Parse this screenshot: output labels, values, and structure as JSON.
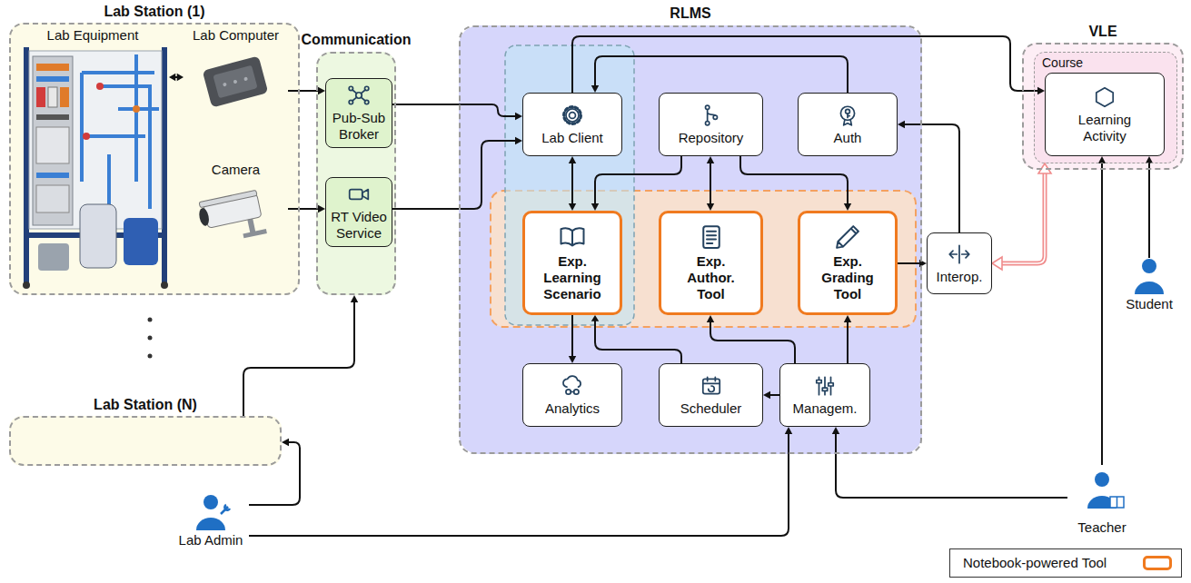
{
  "diagram": {
    "nodes": [
      {
        "text": [
          "Lab Station (1)"
        ]
      },
      {
        "text": [
          "Lab Equipment"
        ],
        "in": 0
      },
      {
        "text": [
          "Lab Computer"
        ],
        "in": 0
      },
      {
        "text": [
          "Camera"
        ],
        "in": 0
      },
      {
        "text": [
          "Communication"
        ]
      },
      {
        "text": [
          "Pub-Sub Broker"
        ],
        "in": 4
      },
      {
        "text": [
          "RT Video Service"
        ],
        "in": 4
      },
      {
        "text": [
          "RLMS"
        ]
      },
      {
        "text": [
          "Lab Client"
        ],
        "in": 7
      },
      {
        "text": [
          "Repository"
        ],
        "in": 7
      },
      {
        "text": [
          "Auth"
        ],
        "in": 7
      },
      {
        "text": [
          "Exp. Learning Scenario"
        ],
        "in": 7
      },
      {
        "text": [
          "Exp. Author. Tool"
        ],
        "in": 7
      },
      {
        "text": [
          "Exp. Grading Tool"
        ],
        "in": 7
      },
      {
        "text": [
          "Interop."
        ],
        "in": 7
      },
      {
        "text": [
          "Analytics"
        ],
        "in": 7
      },
      {
        "text": [
          "Scheduler"
        ],
        "in": 7
      },
      {
        "text": [
          "Managem."
        ],
        "in": 7
      },
      {
        "text": [
          "VLE"
        ]
      },
      {
        "text": [
          "Course"
        ],
        "in": 18
      },
      {
        "text": [
          "Learning Activity"
        ],
        "in": 19
      },
      {
        "text": [
          "Student"
        ]
      },
      {
        "text": [
          "Teacher"
        ]
      },
      {
        "text": [
          "Lab Admin"
        ]
      },
      {
        "text": [
          "Lab Station (N)"
        ]
      }
    ],
    "edges": [
      {
        "from": 1,
        "to": 2,
        "arrow": "both"
      },
      {
        "from": 2,
        "to": 5,
        "arrow": "to"
      },
      {
        "from": 3,
        "to": 6,
        "arrow": "to"
      },
      {
        "from": 5,
        "to": 8,
        "arrow": "to"
      },
      {
        "from": 6,
        "to": 8,
        "arrow": "to"
      },
      {
        "from": 8,
        "to": 11,
        "arrow": "both"
      },
      {
        "from": 8,
        "to": 20,
        "arrow": "to"
      },
      {
        "from": 10,
        "to": 8,
        "arrow": "to"
      },
      {
        "from": 9,
        "to": 11,
        "arrow": "to"
      },
      {
        "from": 9,
        "to": 12,
        "arrow": "both"
      },
      {
        "from": 9,
        "to": 13,
        "arrow": "to"
      },
      {
        "from": 13,
        "to": 14,
        "arrow": "to"
      },
      {
        "from": 14,
        "to": 10,
        "arrow": "to"
      },
      {
        "from": 14,
        "to": 19,
        "arrow": "both"
      },
      {
        "from": 11,
        "to": 15,
        "arrow": "to"
      },
      {
        "from": 16,
        "to": 11,
        "arrow": "to"
      },
      {
        "from": 17,
        "to": 16,
        "arrow": "to"
      },
      {
        "from": 17,
        "to": 12,
        "arrow": "to"
      },
      {
        "from": 17,
        "to": 13,
        "arrow": "to"
      },
      {
        "from": 21,
        "to": 20,
        "arrow": "to"
      },
      {
        "from": 22,
        "to": 20,
        "arrow": "to"
      },
      {
        "from": 22,
        "to": 17,
        "arrow": "to"
      },
      {
        "from": 23,
        "to": 17,
        "arrow": "to"
      },
      {
        "from": 23,
        "to": 24,
        "arrow": "to"
      },
      {
        "from": 24,
        "to": 4,
        "arrow": "to"
      }
    ],
    "legend": [
      {
        "text": "Notebook-powered Tool"
      }
    ]
  }
}
